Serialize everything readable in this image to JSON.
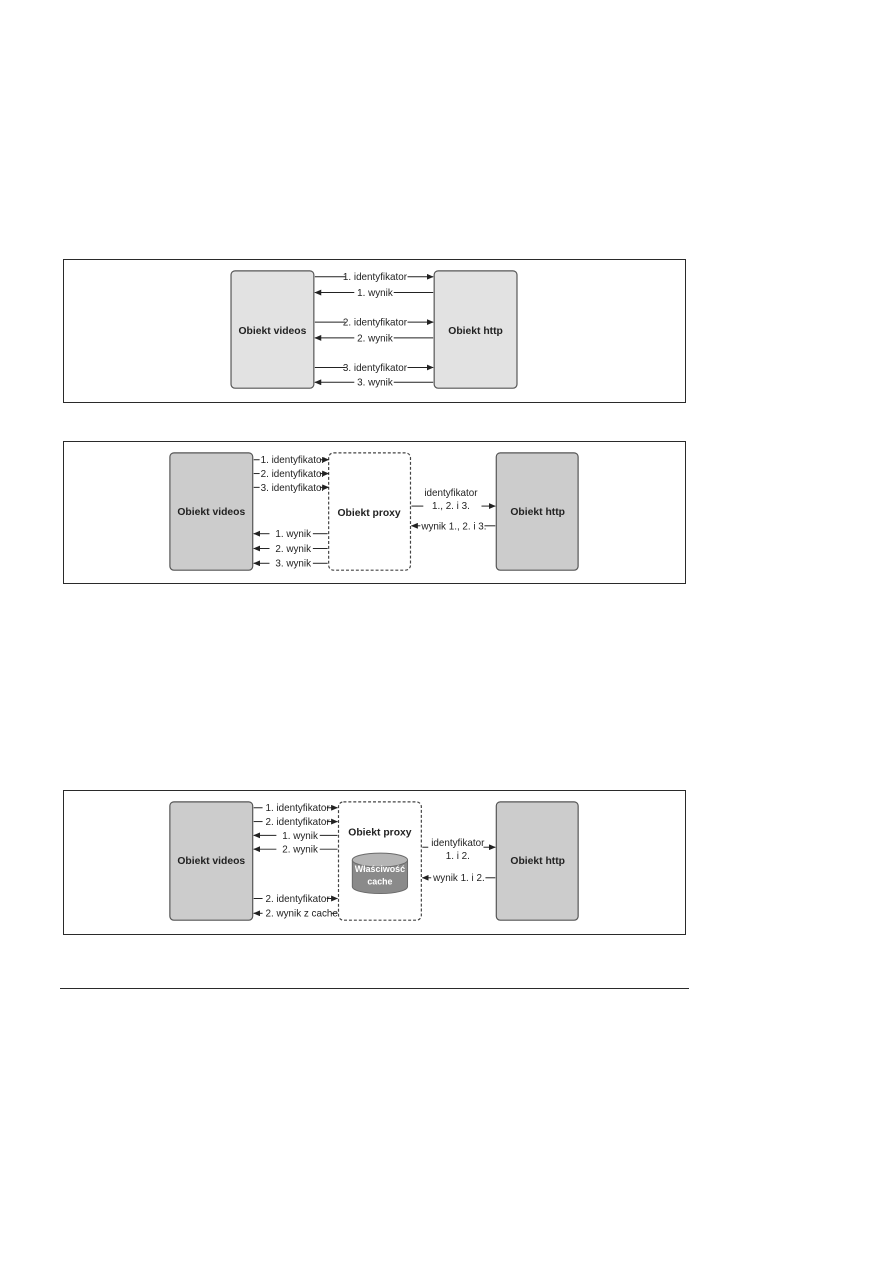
{
  "diagram1": {
    "videos_label": "Obiekt videos",
    "http_label": "Obiekt http",
    "rows": [
      {
        "req": "1. identyfikator",
        "res": "1. wynik"
      },
      {
        "req": "2. identyfikator",
        "res": "2. wynik"
      },
      {
        "req": "3. identyfikator",
        "res": "3. wynik"
      }
    ]
  },
  "diagram2": {
    "videos_label": "Obiekt videos",
    "proxy_label": "Obiekt proxy",
    "http_label": "Obiekt http",
    "left_requests": [
      "1. identyfikator",
      "2. identyfikator",
      "3. identyfikator"
    ],
    "left_results": [
      "1. wynik",
      "2. wynik",
      "3. wynik"
    ],
    "right_request_line1": "identyfikator",
    "right_request_line2": "1., 2. i 3.",
    "right_result": "wynik 1., 2. i 3."
  },
  "diagram3": {
    "videos_label": "Obiekt videos",
    "proxy_label": "Obiekt proxy",
    "http_label": "Obiekt http",
    "cache_line1": "Właściwość",
    "cache_line2": "cache",
    "left_top": [
      {
        "text": "1. identyfikator",
        "dir": "right"
      },
      {
        "text": "2. identyfikator",
        "dir": "right"
      },
      {
        "text": "1. wynik",
        "dir": "left"
      },
      {
        "text": "2. wynik",
        "dir": "left"
      }
    ],
    "left_bottom": [
      {
        "text": "2. identyfikator",
        "dir": "right"
      },
      {
        "text": "2. wynik z cache",
        "dir": "left"
      }
    ],
    "right_request_line1": "identyfikator",
    "right_request_line2": "1. i 2.",
    "right_result": "wynik 1. i 2."
  }
}
